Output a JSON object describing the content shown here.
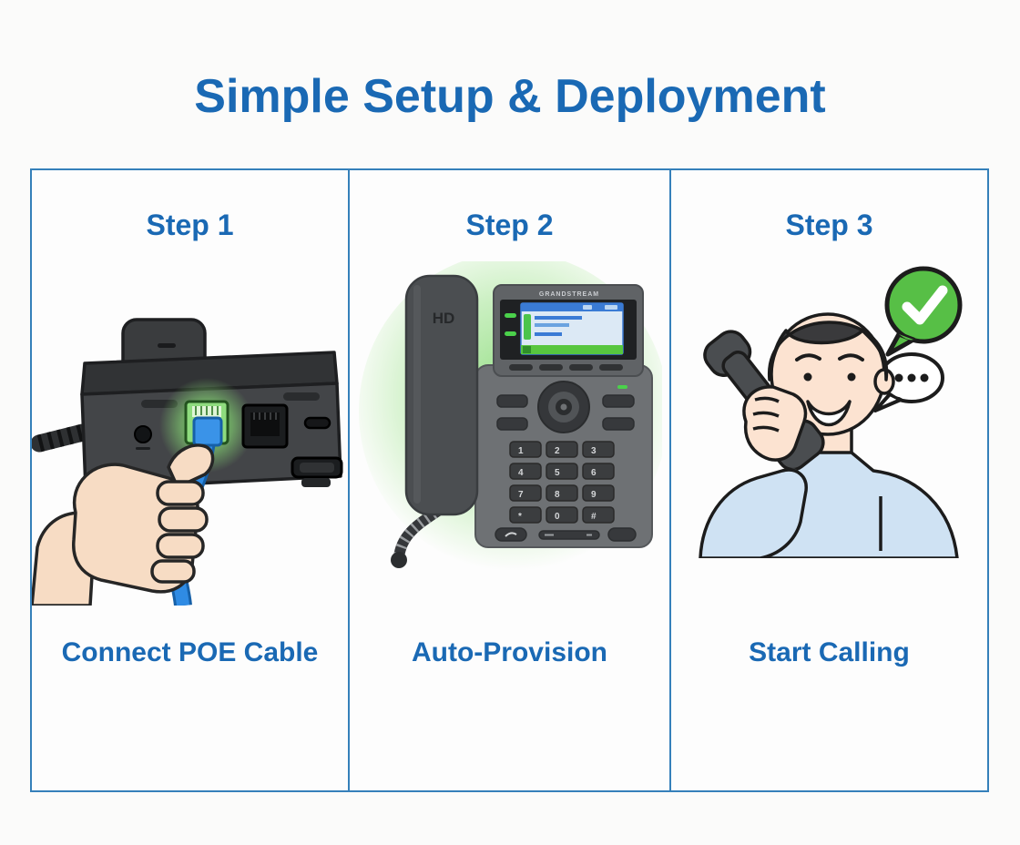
{
  "title": "Simple Setup & Deployment",
  "colors": {
    "accent_blue": "#1a69b4",
    "panel_border": "#3580ba",
    "success_green": "#57bf46",
    "cable_blue": "#2f8be4",
    "glow_green": "#8edc7e",
    "phone_gray": "#6e7174",
    "dark_gray": "#3a3c3e"
  },
  "steps": [
    {
      "label": "Step 1",
      "caption": "Connect POE Cable"
    },
    {
      "label": "Step 2",
      "caption": "Auto-Provision",
      "phone": {
        "handset_label": "HD",
        "brand_text": "GRANDSTREAM",
        "keypad": [
          "1",
          "2",
          "3",
          "4",
          "5",
          "6",
          "7",
          "8",
          "9",
          "*",
          "0",
          "#"
        ]
      }
    },
    {
      "label": "Step 3",
      "caption": "Start Calling"
    }
  ]
}
